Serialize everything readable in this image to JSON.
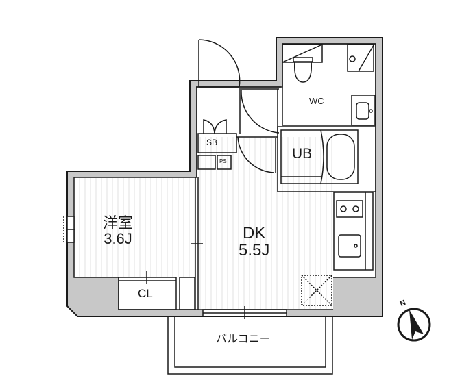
{
  "floorplan": {
    "rooms": [
      {
        "id": "western-room",
        "name": "洋室",
        "size": "3.6J"
      },
      {
        "id": "dining-kitchen",
        "name": "DK",
        "size": "5.5J"
      },
      {
        "id": "toilet",
        "name": "WC"
      },
      {
        "id": "unit-bath",
        "name": "UB"
      },
      {
        "id": "shoe-box",
        "name": "SB"
      },
      {
        "id": "pipe-space",
        "name": "PS"
      },
      {
        "id": "closet",
        "name": "CL"
      },
      {
        "id": "balcony",
        "name": "バルコニー"
      }
    ],
    "compass": {
      "label": "N"
    },
    "colors": {
      "wall": "#c8c8c8",
      "line": "#1a1a1a",
      "floor_stripe": "#e4e4e4",
      "background": "#ffffff"
    }
  }
}
